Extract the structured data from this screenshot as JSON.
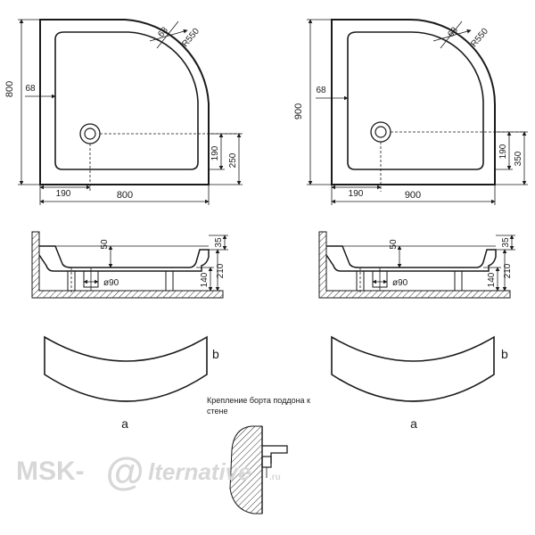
{
  "tray_800": {
    "dims": {
      "width": "800",
      "depth": "800",
      "rim": "68",
      "rim_top": "68",
      "radius": "R550",
      "drain_x": "190",
      "drain_y1": "190",
      "drain_y2": "250"
    }
  },
  "tray_900": {
    "dims": {
      "width": "900",
      "depth": "900",
      "rim": "68",
      "rim_top": "68",
      "radius": "R550",
      "drain_x": "190",
      "drain_y1": "190",
      "drain_y2": "350"
    }
  },
  "section_left": {
    "depth": "50",
    "top": "35",
    "height1": "140",
    "height2": "210",
    "drain": "ø90"
  },
  "section_right": {
    "depth": "50",
    "top": "35",
    "height1": "140",
    "height2": "210",
    "drain": "ø90"
  },
  "panels": {
    "label_a": "a",
    "label_b": "b"
  },
  "note": {
    "line1": "Крепление борта поддона к",
    "line2": "стене"
  },
  "watermark": {
    "part1": "MSK-",
    "part2": "lternative",
    "suffix": ".ru"
  }
}
